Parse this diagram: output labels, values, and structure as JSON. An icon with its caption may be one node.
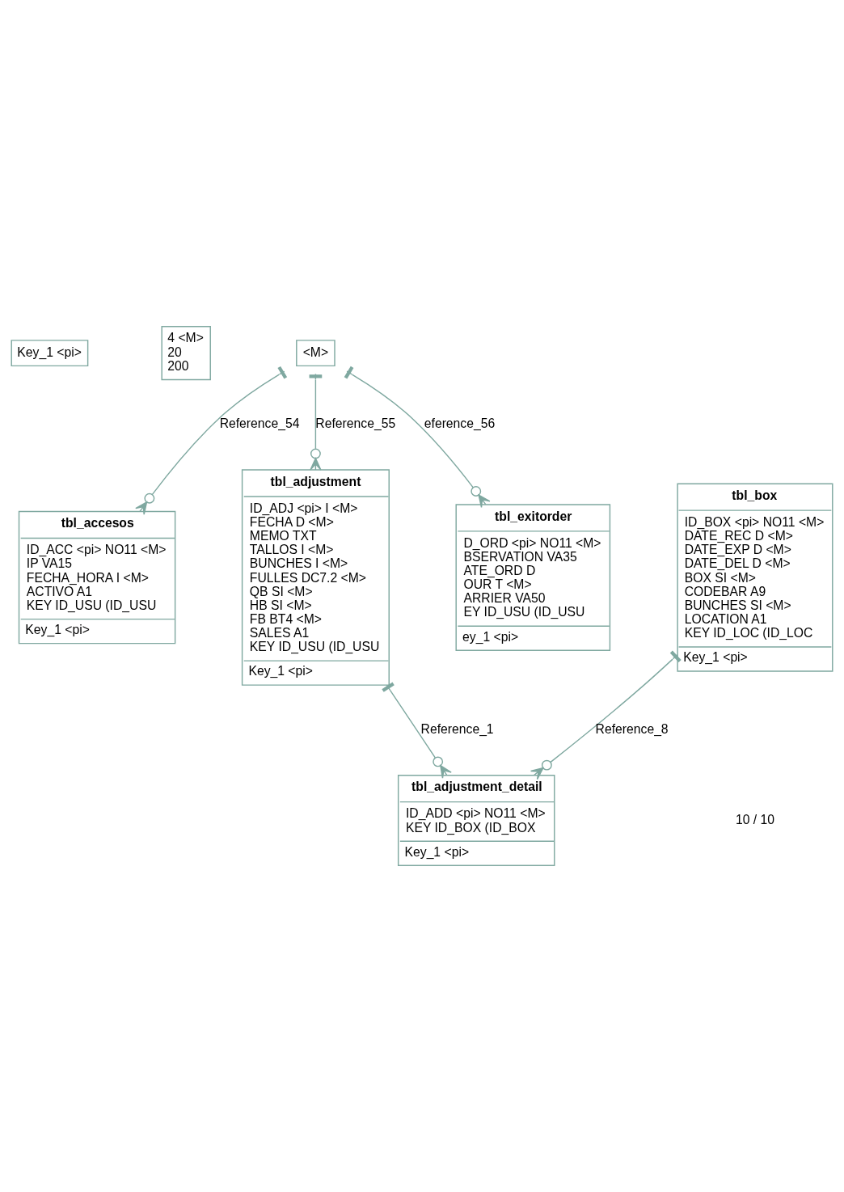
{
  "diagram": {
    "nodes": [
      {
        "text": [
          "Key_1 <pi>"
        ]
      },
      {
        "text": [
          "4 <M>",
          "20",
          "200"
        ]
      },
      {
        "text": [
          "<M>"
        ]
      },
      {
        "text": [
          "tbl_accesos",
          "ID_ACC <pi> NO11 <M>",
          "IP VA15",
          "FECHA_HORA I <M>",
          "ACTIVO A1",
          "KEY ID_USU (ID_USU",
          "Key_1 <pi>"
        ]
      },
      {
        "text": [
          "tbl_adjustment",
          "ID_ADJ <pi> I <M>",
          "FECHA D <M>",
          "MEMO TXT",
          "TALLOS I <M>",
          "BUNCHES I <M>",
          "FULLES DC7.2 <M>",
          "QB SI <M>",
          "HB SI <M>",
          "FB BT4 <M>",
          "SALES A1",
          "KEY ID_USU (ID_USU",
          "Key_1 <pi>"
        ]
      },
      {
        "text": [
          "tbl_exitorder",
          "D_ORD <pi> NO11 <M>",
          "BSERVATION VA35",
          "ATE_ORD D",
          "OUR T <M>",
          "ARRIER VA50",
          "EY ID_USU (ID_USU",
          "ey_1 <pi>"
        ]
      },
      {
        "text": [
          "tbl_adjustment_detail",
          "ID_ADD <pi> NO11 <M>",
          "KEY ID_BOX (ID_BOX",
          "Key_1 <pi>"
        ]
      },
      {
        "text": [
          "tbl_box",
          "ID_BOX <pi> NO11 <M>",
          "DATE_REC D <M>",
          "DATE_EXP D <M>",
          "DATE_DEL D <M>",
          "BOX SI <M>",
          "CODEBAR A9",
          "BUNCHES SI <M>",
          "LOCATION A1",
          "KEY ID_LOC (ID_LOC",
          "Key_1 <pi>"
        ]
      }
    ],
    "edges": [
      {
        "from": 2,
        "to": 3,
        "arrow": "other",
        "label": "Reference_54"
      },
      {
        "from": 2,
        "to": 4,
        "arrow": "other",
        "label": "Reference_55"
      },
      {
        "from": 2,
        "to": 5,
        "arrow": "other",
        "label": "eference_56"
      },
      {
        "from": 4,
        "to": 6,
        "arrow": "other",
        "label": "Reference_1"
      },
      {
        "from": 7,
        "to": 6,
        "arrow": "other",
        "label": "Reference_8"
      }
    ],
    "labels": [
      "10 / 10"
    ]
  }
}
